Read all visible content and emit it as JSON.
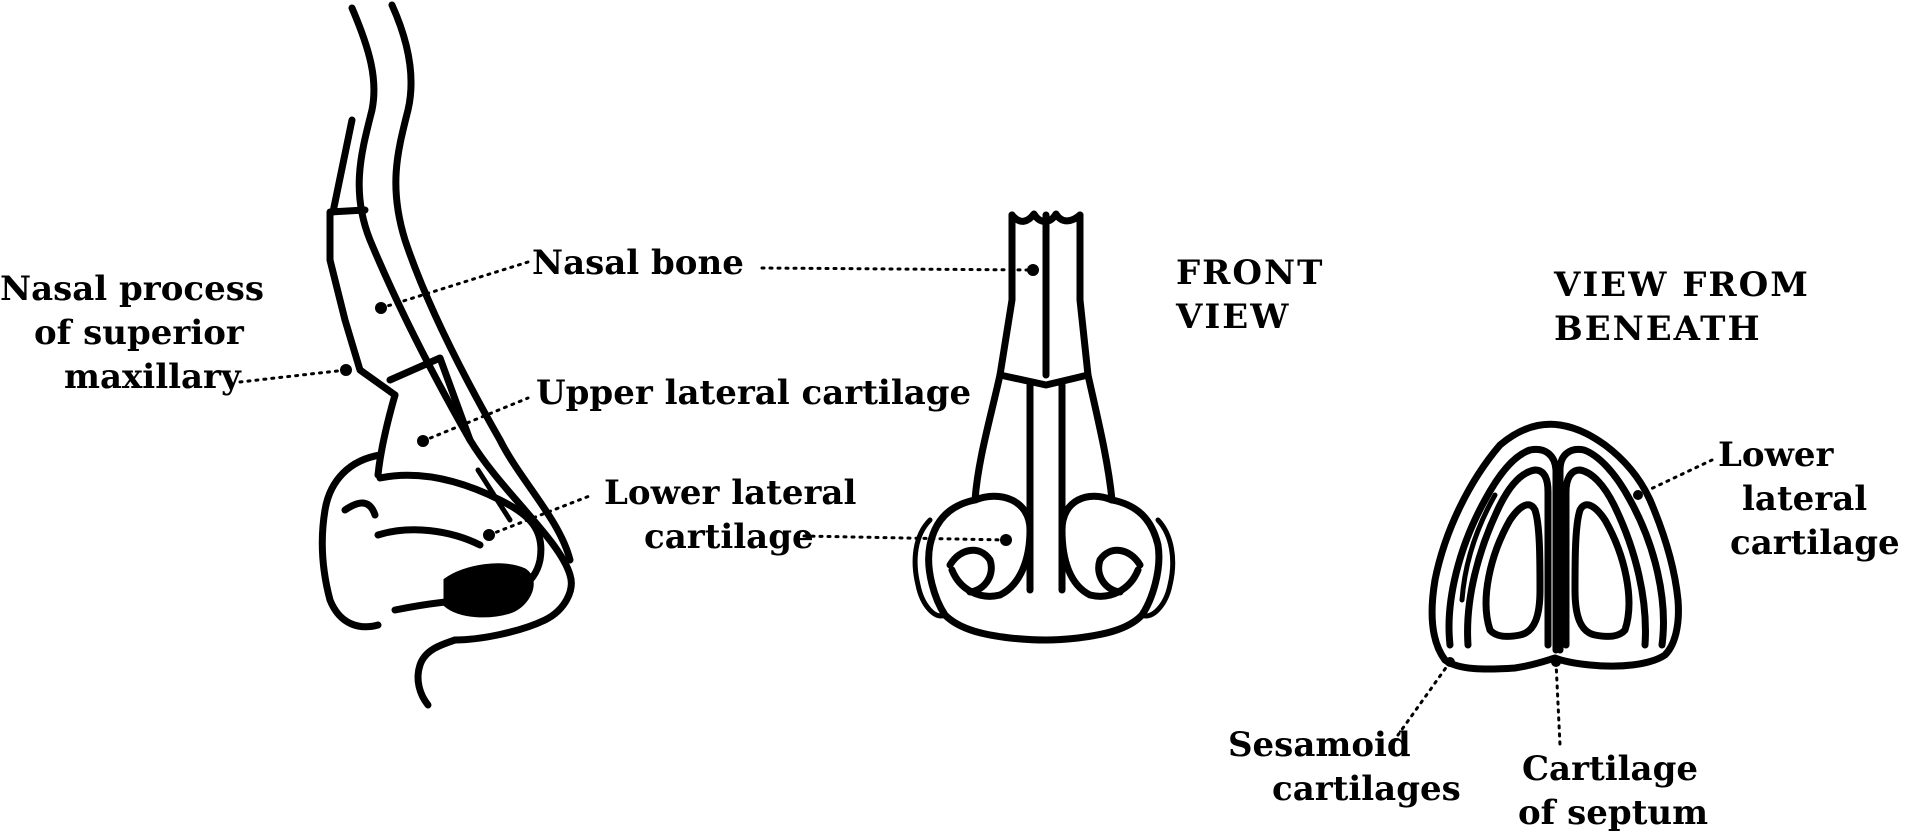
{
  "headings": {
    "front_view": [
      "FRONT",
      "VIEW"
    ],
    "view_from_beneath": [
      "VIEW FROM",
      "BENEATH"
    ]
  },
  "labels": {
    "nasal_process": [
      "Nasal process",
      "of superior",
      "maxillary"
    ],
    "nasal_bone": "Nasal bone",
    "upper_lateral_cartilage": "Upper lateral cartilage",
    "lower_lateral_cartilage_side": [
      "Lower lateral",
      "cartilage"
    ],
    "lower_lateral_cartilage_beneath": [
      "Lower",
      "lateral",
      "cartilage"
    ],
    "sesamoid_cartilages": [
      "Sesamoid",
      "cartilages"
    ],
    "cartilage_of_septum": [
      "Cartilage",
      "of septum"
    ]
  },
  "colors": {
    "ink": "#000000",
    "background": "#ffffff"
  }
}
